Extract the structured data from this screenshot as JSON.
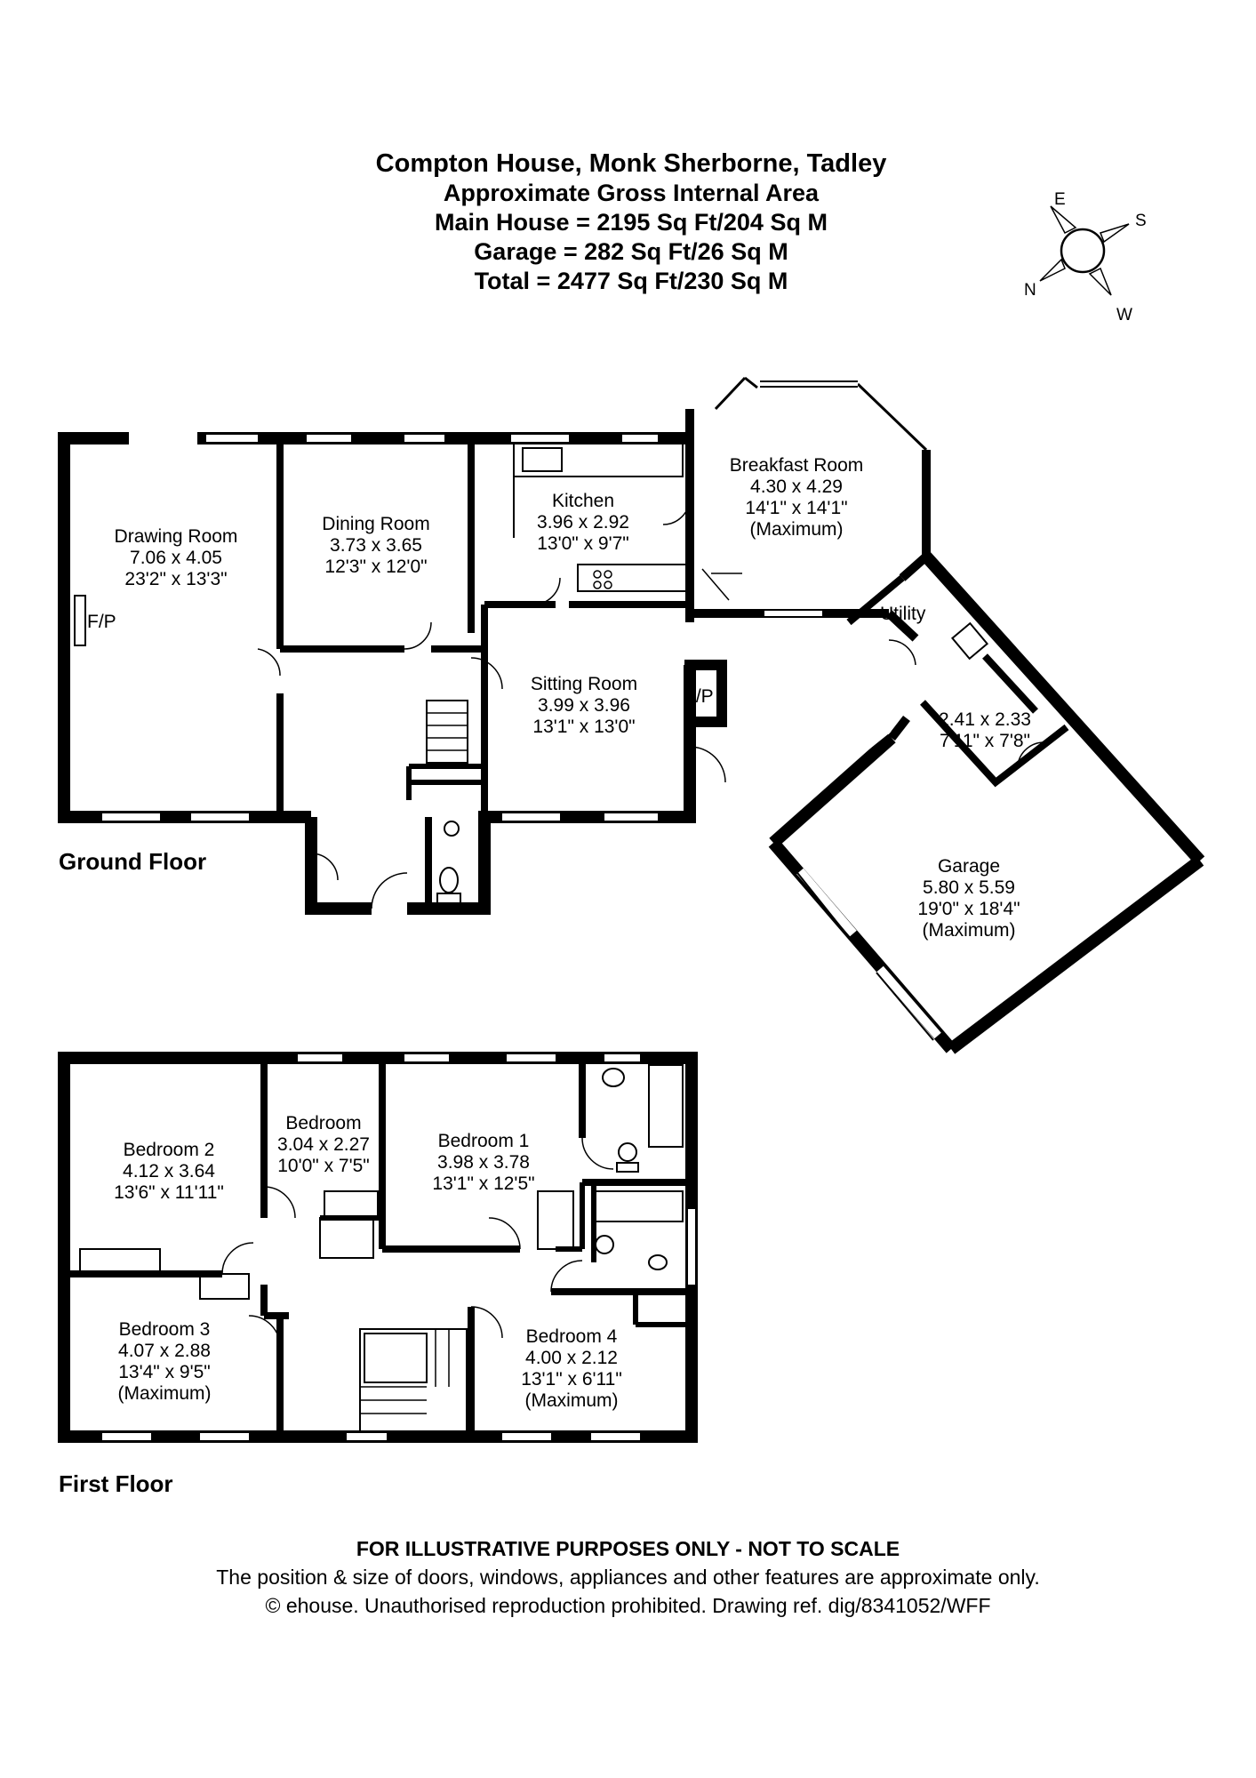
{
  "header": {
    "title": "Compton House, Monk Sherborne, Tadley",
    "subtitle": "Approximate Gross Internal Area",
    "main_house": "Main House = 2195 Sq Ft/204 Sq M",
    "garage": "Garage = 282 Sq Ft/26 Sq M",
    "total": "Total = 2477 Sq Ft/230 Sq M"
  },
  "compass": {
    "e": "E",
    "s": "S",
    "n": "N",
    "w": "W"
  },
  "ground_floor": {
    "label": "Ground Floor",
    "drawing_room": {
      "name": "Drawing Room",
      "metric": "7.06 x 4.05",
      "imperial": "23'2\" x 13'3\""
    },
    "fp_drawing": "F/P",
    "dining_room": {
      "name": "Dining Room",
      "metric": "3.73 x 3.65",
      "imperial": "12'3\" x 12'0\""
    },
    "kitchen": {
      "name": "Kitchen",
      "metric": "3.96 x 2.92",
      "imperial": "13'0\" x 9'7\""
    },
    "breakfast_room": {
      "name": "Breakfast Room",
      "metric": "4.30 x 4.29",
      "imperial": "14'1\" x 14'1\"",
      "note": "(Maximum)"
    },
    "sitting_room": {
      "name": "Sitting Room",
      "metric": "3.99 x 3.96",
      "imperial": "13'1\" x 13'0\""
    },
    "fp_sitting": "F/P",
    "utility": {
      "name": "Utility"
    },
    "store": {
      "metric": "2.41 x 2.33",
      "imperial": "7'11\" x 7'8\""
    },
    "garage": {
      "name": "Garage",
      "metric": "5.80 x 5.59",
      "imperial": "19'0\" x 18'4\"",
      "note": "(Maximum)"
    }
  },
  "first_floor": {
    "label": "First Floor",
    "bedroom_2": {
      "name": "Bedroom 2",
      "metric": "4.12 x 3.64",
      "imperial": "13'6\" x 11'11\""
    },
    "bedroom_small": {
      "name": "Bedroom",
      "metric": "3.04 x 2.27",
      "imperial": "10'0\" x 7'5\""
    },
    "bedroom_1": {
      "name": "Bedroom 1",
      "metric": "3.98 x 3.78",
      "imperial": "13'1\" x 12'5\""
    },
    "bedroom_3": {
      "name": "Bedroom 3",
      "metric": "4.07 x 2.88",
      "imperial": "13'4\" x 9'5\"",
      "note": "(Maximum)"
    },
    "bedroom_4": {
      "name": "Bedroom 4",
      "metric": "4.00 x 2.12",
      "imperial": "13'1\" x 6'11\"",
      "note": "(Maximum)"
    }
  },
  "footer": {
    "disclaimer": "FOR ILLUSTRATIVE PURPOSES ONLY - NOT TO SCALE",
    "note": "The position & size of doors, windows, appliances and other features are approximate only.",
    "copyright": "© ehouse. Unauthorised reproduction prohibited. Drawing ref. dig/8341052/WFF"
  }
}
